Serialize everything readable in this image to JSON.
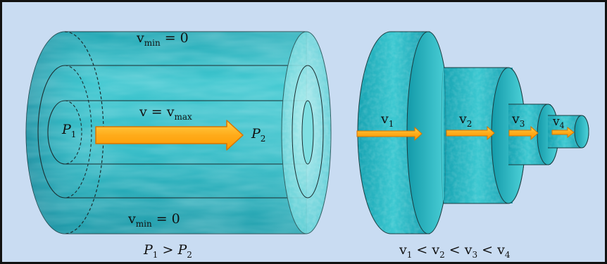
{
  "left_figure": {
    "v_min_top": {
      "base": "v",
      "sub": "min",
      "rest": " = 0"
    },
    "v_max": {
      "base": "v = v",
      "sub": "max"
    },
    "v_min_bottom": {
      "base": "v",
      "sub": "min",
      "rest": " = 0"
    },
    "p1": {
      "base": "P",
      "sub": "1"
    },
    "p2": {
      "base": "P",
      "sub": "2"
    },
    "caption": {
      "a": "P",
      "a_sub": "1",
      "op": " > ",
      "b": "P",
      "b_sub": "2"
    }
  },
  "right_figure": {
    "v1": {
      "base": "v",
      "sub": "1"
    },
    "v2": {
      "base": "v",
      "sub": "2"
    },
    "v3": {
      "base": "v",
      "sub": "3"
    },
    "v4": {
      "base": "v",
      "sub": "4"
    },
    "caption": {
      "v": "v",
      "s1": "1",
      "s2": "2",
      "s3": "3",
      "s4": "4",
      "lt": " < "
    }
  },
  "colors": {
    "background": "#c9dcf2",
    "water_light": "#63d6dc",
    "water_dark": "#0f8c9a",
    "arrow": "#ffad1f",
    "arrow_outline": "#e07a00",
    "border": "#111111"
  },
  "icons": [
    "flow-arrow-icon"
  ]
}
